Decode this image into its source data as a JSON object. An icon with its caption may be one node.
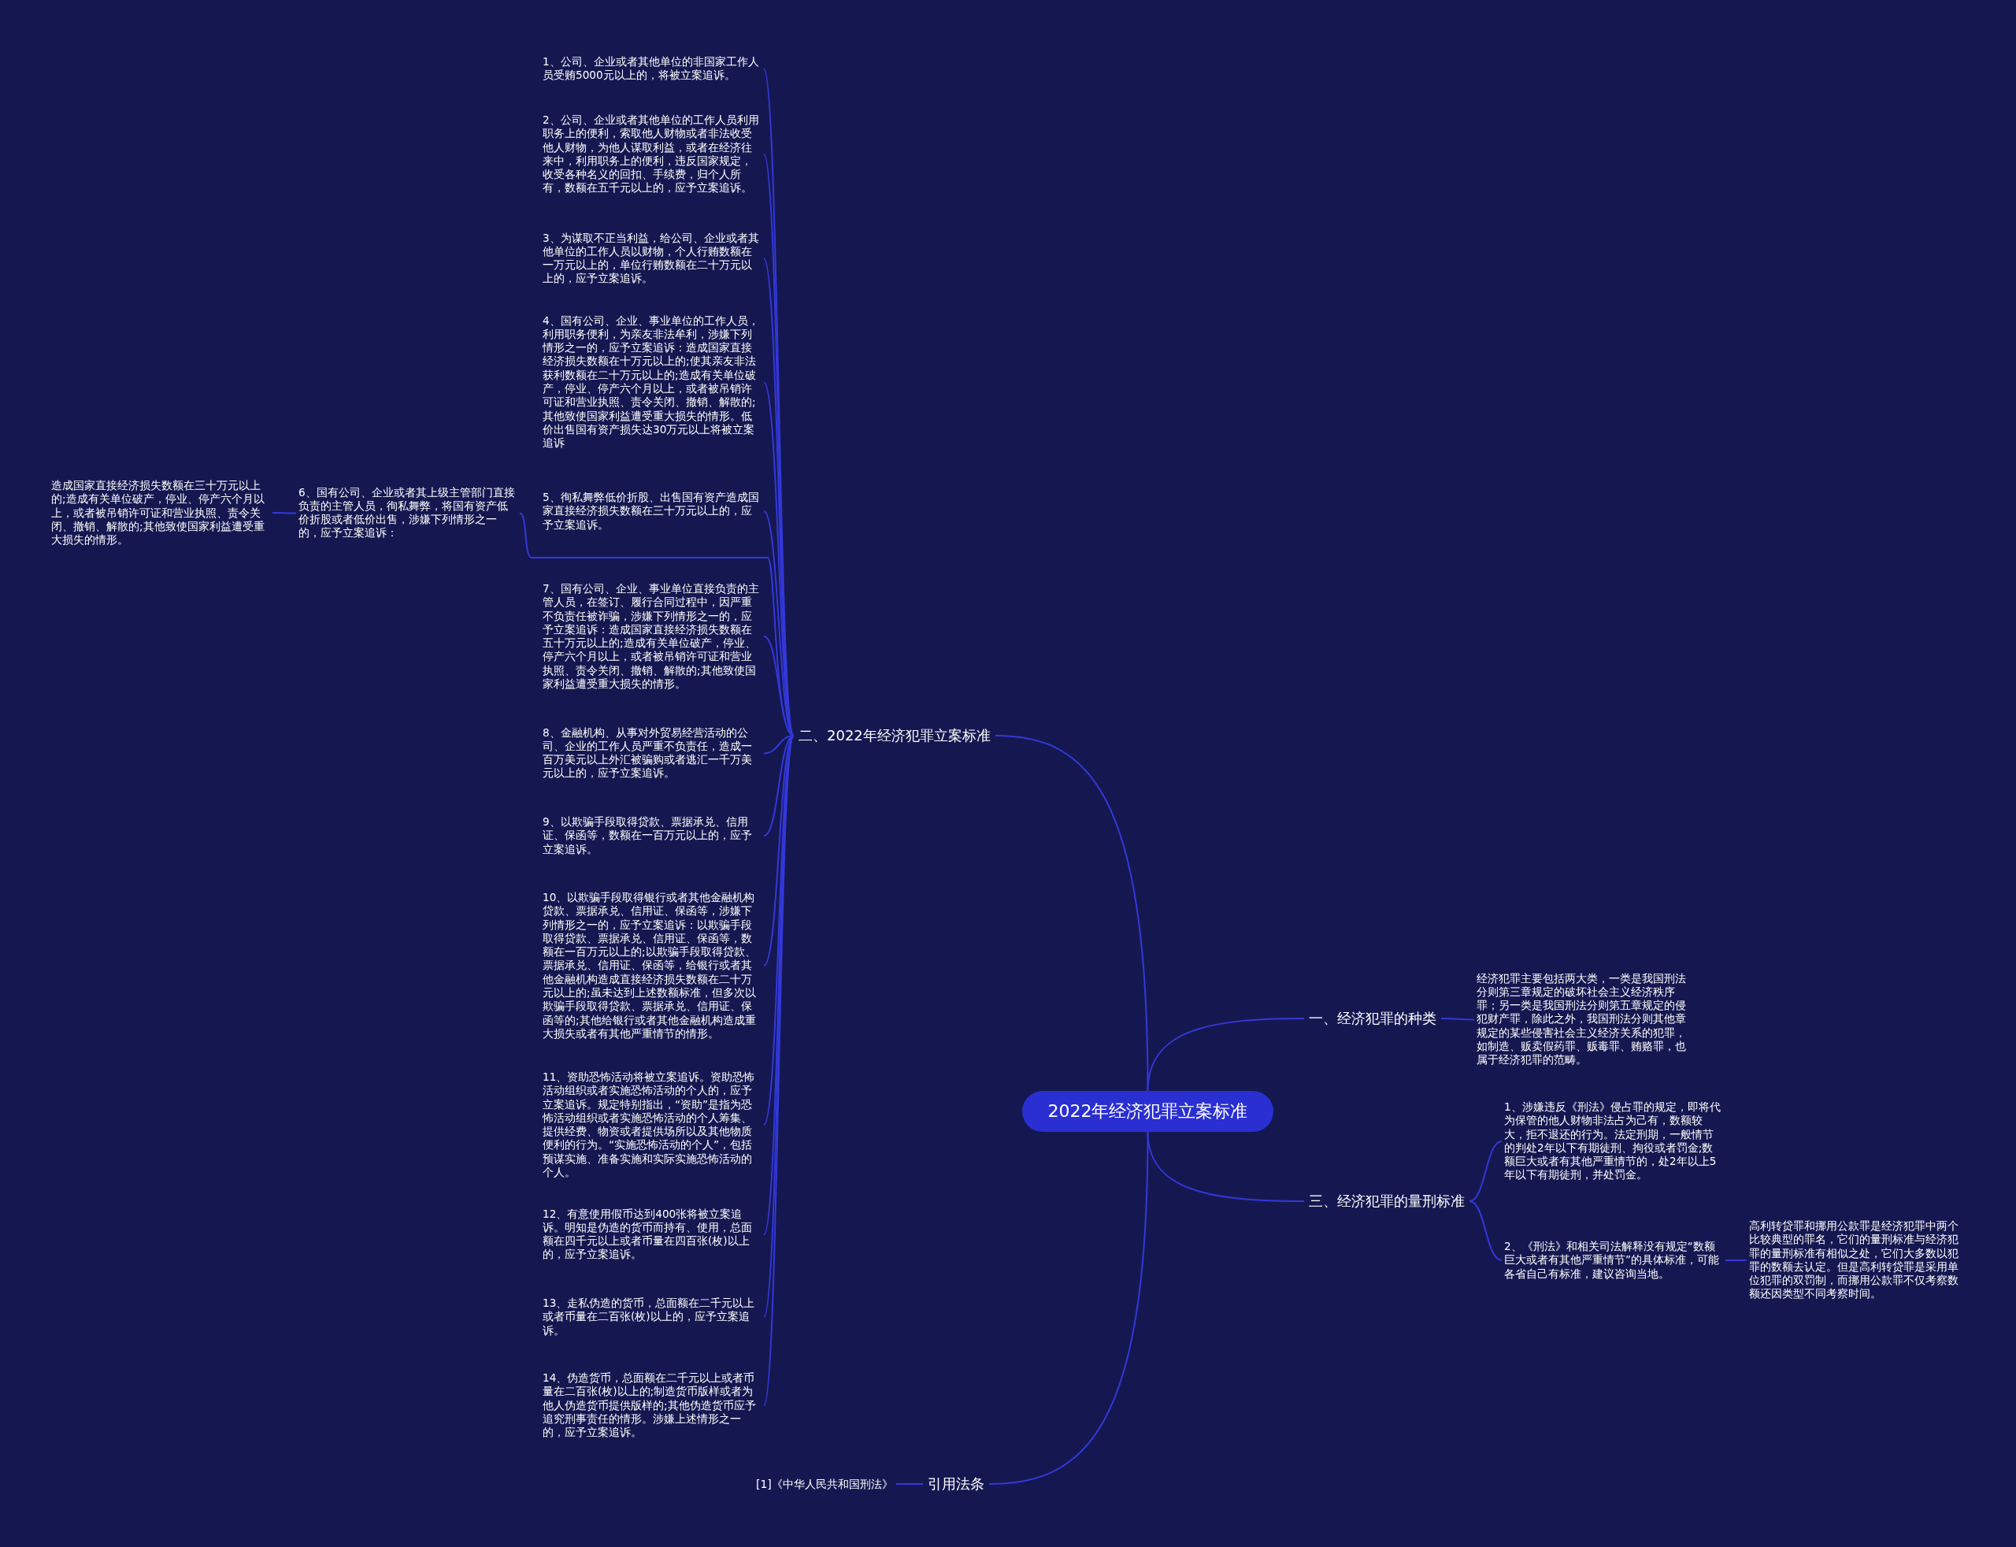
{
  "diagram": {
    "nodes": [
      {
        "text": [
          "2022年经济犯罪立案标准"
        ]
      },
      {
        "text": [
          "二、2022年经济犯罪立案标准"
        ]
      },
      {
        "text": [
          "1、公司、企业或者其他单位的非国家工作人员受贿5000元以上的，将被立案追诉。"
        ]
      },
      {
        "text": [
          "2、公司、企业或者其他单位的工作人员利用职务上的便利，索取他人财物或者非法收受他人财物，为他人谋取利益，或者在经济往来中，利用职务上的便利，违反国家规定，收受各种名义的回扣、手续费，归个人所有，数额在五千元以上的，应予立案追诉。"
        ]
      },
      {
        "text": [
          "3、为谋取不正当利益，给公司、企业或者其他单位的工作人员以财物，个人行贿数额在一万元以上的，单位行贿数额在二十万元以上的，应予立案追诉。"
        ]
      },
      {
        "text": [
          "4、国有公司、企业、事业单位的工作人员，利用职务便利，为亲友非法牟利，涉嫌下列情形之一的，应予立案追诉：造成国家直接经济损失数额在十万元以上的;使其亲友非法获利数额在二十万元以上的;造成有关单位破产，停业、停产六个月以上，或者被吊销许可证和营业执照、责令关闭、撤销、解散的;其他致使国家利益遭受重大损失的情形。低价出售国有资产损失达30万元以上将被立案追诉"
        ]
      },
      {
        "text": [
          "5、徇私舞弊低价折股、出售国有资产造成国家直接经济损失数额在三十万元以上的，应予立案追诉。"
        ]
      },
      {
        "text": [
          "6、国有公司、企业或者其上级主管部门直接负责的主管人员，徇私舞弊，将国有资产低价折股或者低价出售，涉嫌下列情形之一的，应予立案追诉："
        ]
      },
      {
        "text": [
          "造成国家直接经济损失数额在三十万元以上的;造成有关单位破产，停业、停产六个月以上，或者被吊销许可证和营业执照、责令关闭、撤销、解散的;其他致使国家利益遭受重大损失的情形。"
        ]
      },
      {
        "text": [
          "7、国有公司、企业、事业单位直接负责的主管人员，在签订、履行合同过程中，因严重不负责任被诈骗，涉嫌下列情形之一的，应予立案追诉：造成国家直接经济损失数额在五十万元以上的;造成有关单位破产，停业、停产六个月以上，或者被吊销许可证和营业执照、责令关闭、撤销、解散的;其他致使国家利益遭受重大损失的情形。"
        ]
      },
      {
        "text": [
          "8、金融机构、从事对外贸易经营活动的公司、企业的工作人员严重不负责任，造成一百万美元以上外汇被骗购或者逃汇一千万美元以上的，应予立案追诉。"
        ]
      },
      {
        "text": [
          "9、以欺骗手段取得贷款、票据承兑、信用证、保函等，数额在一百万元以上的，应予立案追诉。"
        ]
      },
      {
        "text": [
          "10、以欺骗手段取得银行或者其他金融机构贷款、票据承兑、信用证、保函等，涉嫌下列情形之一的，应予立案追诉：以欺骗手段取得贷款、票据承兑、信用证、保函等，数额在一百万元以上的;以欺骗手段取得贷款、票据承兑、信用证、保函等，给银行或者其他金融机构造成直接经济损失数额在二十万元以上的;虽未达到上述数额标准，但多次以欺骗手段取得贷款、票据承兑、信用证、保函等的;其他给银行或者其他金融机构造成重大损失或者有其他严重情节的情形。"
        ]
      },
      {
        "text": [
          "11、资助恐怖活动将被立案追诉。资助恐怖活动组织或者实施恐怖活动的个人的，应予立案追诉。规定特别指出，“资助”是指为恐怖活动组织或者实施恐怖活动的个人筹集、提供经费、物资或者提供场所以及其他物质便利的行为。“实施恐怖活动的个人”，包括预谋实施、准备实施和实际实施恐怖活动的个人。"
        ]
      },
      {
        "text": [
          "12、有意使用假币达到400张将被立案追诉。明知是伪造的货币而持有、使用，总面额在四千元以上或者币量在四百张(枚)以上的，应予立案追诉。"
        ]
      },
      {
        "text": [
          "13、走私伪造的货币，总面额在二千元以上或者币量在二百张(枚)以上的，应予立案追诉。"
        ]
      },
      {
        "text": [
          "14、伪造货币，总面额在二千元以上或者币量在二百张(枚)以上的;制造货币版样或者为他人伪造货币提供版样的;其他伪造货币应予追究刑事责任的情形。涉嫌上述情形之一的，应予立案追诉。"
        ]
      },
      {
        "text": [
          "一、经济犯罪的种类"
        ]
      },
      {
        "text": [
          "经济犯罪主要包括两大类，一类是我国刑法分则第三章规定的破坏社会主义经济秩序罪；另一类是我国刑法分则第五章规定的侵犯财产罪，除此之外，我国刑法分则其他章规定的某些侵害社会主义经济关系的犯罪，如制造、贩卖假药罪、贩毒罪、贿赂罪，也属于经济犯罪的范畴。"
        ]
      },
      {
        "text": [
          "三、经济犯罪的量刑标准"
        ]
      },
      {
        "text": [
          "1、涉嫌违反《刑法》侵占罪的规定，即将代为保管的他人财物非法占为己有，数额较大，拒不退还的行为。法定刑期，一般情节的判处2年以下有期徒刑、拘役或者罚金;数额巨大或者有其他严重情节的，处2年以上5年以下有期徒刑，并处罚金。"
        ]
      },
      {
        "text": [
          "2、《刑法》和相关司法解释没有规定“数额巨大或者有其他严重情节”的具体标准，可能各省自己有标准，建议咨询当地。"
        ]
      },
      {
        "text": [
          "高利转贷罪和挪用公款罪是经济犯罪中两个比较典型的罪名，它们的量刑标准与经济犯罪的量刑标准有相似之处，它们大多数以犯罪的数额去认定。但是高利转贷罪是采用单位犯罪的双罚制，而挪用公款罪不仅考察数额还因类型不同考察时间。"
        ]
      },
      {
        "text": [
          "引用法条"
        ]
      },
      {
        "text": [
          "[1]《中华人民共和国刑法》"
        ]
      }
    ],
    "edges": [
      {
        "from": 0,
        "to": 1,
        "arrow": "none"
      },
      {
        "from": 1,
        "to": 2,
        "arrow": "none"
      },
      {
        "from": 1,
        "to": 3,
        "arrow": "none"
      },
      {
        "from": 1,
        "to": 4,
        "arrow": "none"
      },
      {
        "from": 1,
        "to": 5,
        "arrow": "none"
      },
      {
        "from": 1,
        "to": 6,
        "arrow": "none"
      },
      {
        "from": 1,
        "to": 7,
        "arrow": "none"
      },
      {
        "from": 7,
        "to": 8,
        "arrow": "none"
      },
      {
        "from": 1,
        "to": 9,
        "arrow": "none"
      },
      {
        "from": 1,
        "to": 10,
        "arrow": "none"
      },
      {
        "from": 1,
        "to": 11,
        "arrow": "none"
      },
      {
        "from": 1,
        "to": 12,
        "arrow": "none"
      },
      {
        "from": 1,
        "to": 13,
        "arrow": "none"
      },
      {
        "from": 1,
        "to": 14,
        "arrow": "none"
      },
      {
        "from": 1,
        "to": 15,
        "arrow": "none"
      },
      {
        "from": 1,
        "to": 16,
        "arrow": "none"
      },
      {
        "from": 0,
        "to": 17,
        "arrow": "none"
      },
      {
        "from": 17,
        "to": 18,
        "arrow": "none"
      },
      {
        "from": 0,
        "to": 19,
        "arrow": "none"
      },
      {
        "from": 19,
        "to": 20,
        "arrow": "none"
      },
      {
        "from": 19,
        "to": 21,
        "arrow": "none"
      },
      {
        "from": 21,
        "to": 22,
        "arrow": "none"
      },
      {
        "from": 0,
        "to": 23,
        "arrow": "none"
      },
      {
        "from": 23,
        "to": 24,
        "arrow": "none"
      }
    ]
  }
}
